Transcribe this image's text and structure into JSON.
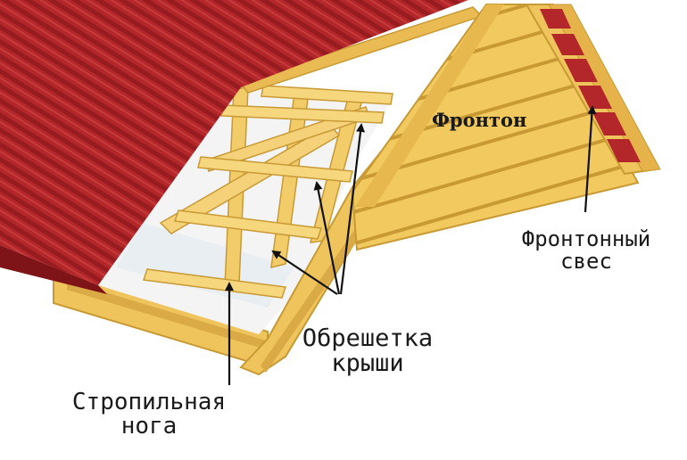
{
  "labels": {
    "gable": "Фронтон",
    "gable_overhang_1": "Фронтонный",
    "gable_overhang_2": "свес",
    "battens_1": "Обрешетка",
    "battens_2": "крыши",
    "rafter_1": "Стропильная",
    "rafter_2": "нога"
  },
  "colors": {
    "roof_red": "#b3262a",
    "roof_red_dark": "#7e1418",
    "wood": "#f0c45c",
    "wood_dark": "#c89a35",
    "wood_light": "#f7d77e",
    "arrow": "#111111"
  }
}
